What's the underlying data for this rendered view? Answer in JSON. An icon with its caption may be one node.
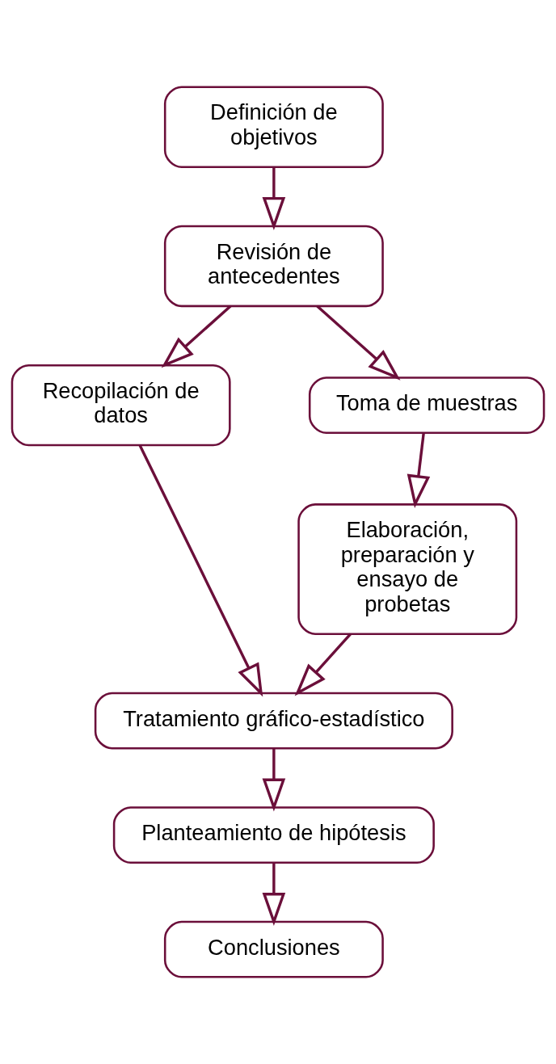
{
  "diagram": {
    "nodes": [
      {
        "text": [
          "Definición de objetivos"
        ]
      },
      {
        "text": [
          "Revisión de antecedentes"
        ]
      },
      {
        "text": [
          "Recopilación de datos"
        ]
      },
      {
        "text": [
          "Toma de muestras"
        ]
      },
      {
        "text": [
          "Elaboración, preparación y ensayo de probetas"
        ]
      },
      {
        "text": [
          "Tratamiento gráfico-estadístico"
        ]
      },
      {
        "text": [
          "Planteamiento de hipótesis"
        ]
      },
      {
        "text": [
          "Conclusiones"
        ]
      }
    ],
    "edges": [
      {
        "from": 0,
        "to": 1,
        "arrow": "to"
      },
      {
        "from": 1,
        "to": 2,
        "arrow": "to"
      },
      {
        "from": 1,
        "to": 3,
        "arrow": "to"
      },
      {
        "from": 3,
        "to": 4,
        "arrow": "to"
      },
      {
        "from": 2,
        "to": 5,
        "arrow": "to"
      },
      {
        "from": 4,
        "to": 5,
        "arrow": "to"
      },
      {
        "from": 5,
        "to": 6,
        "arrow": "to"
      },
      {
        "from": 6,
        "to": 7,
        "arrow": "to"
      }
    ]
  }
}
